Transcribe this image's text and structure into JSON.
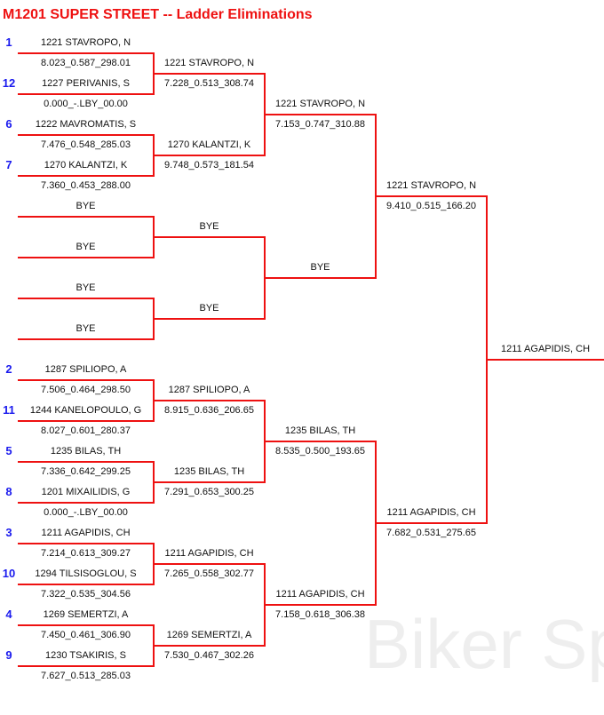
{
  "title": "M1201 SUPER STREET -- Ladder Eliminations",
  "watermark": "Biker Sp",
  "line_color": "#ee1111",
  "seed_color": "#1a1aee",
  "round1": [
    {
      "seed": "1",
      "name": "1221 STAVROPO, N",
      "time": "8.023_0.587_298.01"
    },
    {
      "seed": "12",
      "name": "1227 PERIVANIS, S",
      "time": "0.000_-.LBY_00.00"
    },
    {
      "seed": "6",
      "name": "1222 MAVROMATIS, S",
      "time": "7.476_0.548_285.03"
    },
    {
      "seed": "7",
      "name": "1270 KALANTZI, K",
      "time": "7.360_0.453_288.00"
    },
    {
      "seed": "",
      "name": "BYE",
      "time": ""
    },
    {
      "seed": "",
      "name": "BYE",
      "time": ""
    },
    {
      "seed": "",
      "name": "BYE",
      "time": ""
    },
    {
      "seed": "",
      "name": "BYE",
      "time": ""
    },
    {
      "seed": "2",
      "name": "1287 SPILIOPO, A",
      "time": "7.506_0.464_298.50"
    },
    {
      "seed": "11",
      "name": "1244 KANELOPOULO, G",
      "time": "8.027_0.601_280.37"
    },
    {
      "seed": "5",
      "name": "1235 BILAS, TH",
      "time": "7.336_0.642_299.25"
    },
    {
      "seed": "8",
      "name": "1201 MIXAILIDIS, G",
      "time": "0.000_-.LBY_00.00"
    },
    {
      "seed": "3",
      "name": "1211 AGAPIDIS, CH",
      "time": "7.214_0.613_309.27"
    },
    {
      "seed": "10",
      "name": "1294 TILSISOGLOU, S",
      "time": "7.322_0.535_304.56"
    },
    {
      "seed": "4",
      "name": "1269 SEMERTZI, A",
      "time": "7.450_0.461_306.90"
    },
    {
      "seed": "9",
      "name": "1230 TSAKIRIS, S",
      "time": "7.627_0.513_285.03"
    }
  ],
  "round2": [
    {
      "name": "1221 STAVROPO, N",
      "time": "7.228_0.513_308.74"
    },
    {
      "name": "1270 KALANTZI, K",
      "time": "9.748_0.573_181.54"
    },
    {
      "name": "BYE",
      "time": ""
    },
    {
      "name": "BYE",
      "time": ""
    },
    {
      "name": "1287 SPILIOPO, A",
      "time": "8.915_0.636_206.65"
    },
    {
      "name": "1235 BILAS, TH",
      "time": "7.291_0.653_300.25"
    },
    {
      "name": "1211 AGAPIDIS, CH",
      "time": "7.265_0.558_302.77"
    },
    {
      "name": "1269 SEMERTZI, A",
      "time": "7.530_0.467_302.26"
    }
  ],
  "round3": [
    {
      "name": "1221 STAVROPO, N",
      "time": "7.153_0.747_310.88"
    },
    {
      "name": "BYE",
      "time": ""
    },
    {
      "name": "1235 BILAS, TH",
      "time": "8.535_0.500_193.65"
    },
    {
      "name": "1211 AGAPIDIS, CH",
      "time": "7.158_0.618_306.38"
    }
  ],
  "round4": [
    {
      "name": "1221 STAVROPO, N",
      "time": "9.410_0.515_166.20"
    },
    {
      "name": "1211 AGAPIDIS, CH",
      "time": "7.682_0.531_275.65"
    }
  ],
  "round5": [
    {
      "name": "1211 AGAPIDIS, CH",
      "time": ""
    }
  ]
}
